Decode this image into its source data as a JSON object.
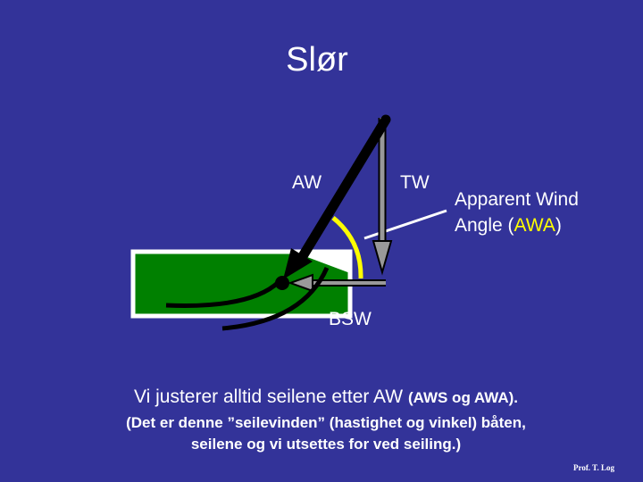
{
  "slide": {
    "title": "Slør",
    "labels": {
      "aw": "AW",
      "tw": "TW",
      "bsw": "BSW",
      "awa_line1": "Apparent Wind",
      "awa_line2_prefix": "Angle (",
      "awa_line2_highlight": "AWA",
      "awa_line2_suffix": ")"
    },
    "body": {
      "main": "Vi justerer alltid seilene etter AW",
      "main_small": "(AWS og AWA).",
      "sub_line1": "(Det er denne ”seilevinden” (hastighet og vinkel) båten,",
      "sub_line2": "seilene og vi utsettes for ved seiling.)"
    },
    "credit": "Prof. T. Log"
  },
  "colors": {
    "background": "#333399",
    "boat_fill": "#008000",
    "angle_arc": "#ffff00",
    "true_wind_arrow": "#999999",
    "apparent_wind_arrow": "#000000",
    "text": "#ffffff"
  }
}
